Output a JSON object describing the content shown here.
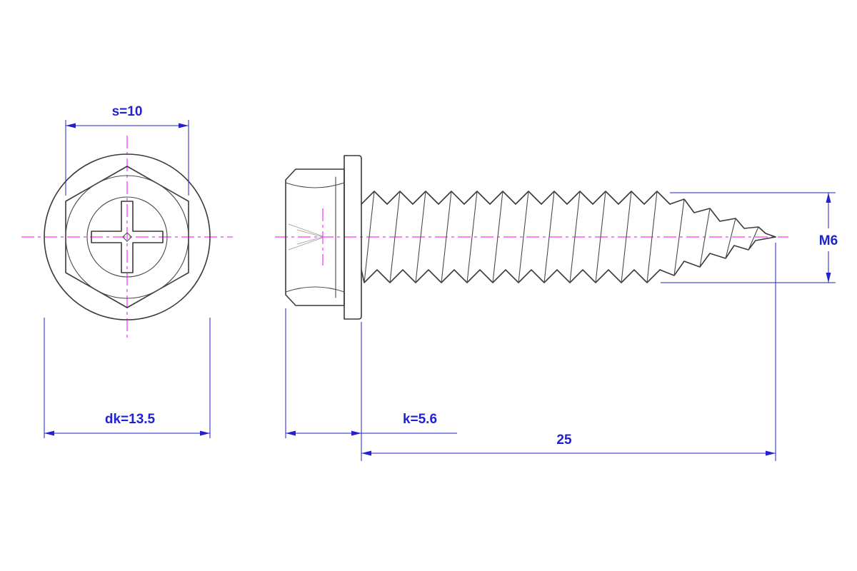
{
  "document": {
    "type": "technical-drawing",
    "subject": "Hex flange head self-tapping screw, front and side views"
  },
  "colors": {
    "background": "#ffffff",
    "outline": "#3a3a3a",
    "dimension": "#2121d2",
    "centerline": "#ff00ff"
  },
  "dimensions": {
    "across_flats": {
      "label": "s=10"
    },
    "flange_diameter": {
      "label": "dk=13.5"
    },
    "head_height": {
      "label": "k=5.6"
    },
    "screw_length": {
      "label": "25"
    },
    "thread_size": {
      "label": "M6"
    }
  }
}
